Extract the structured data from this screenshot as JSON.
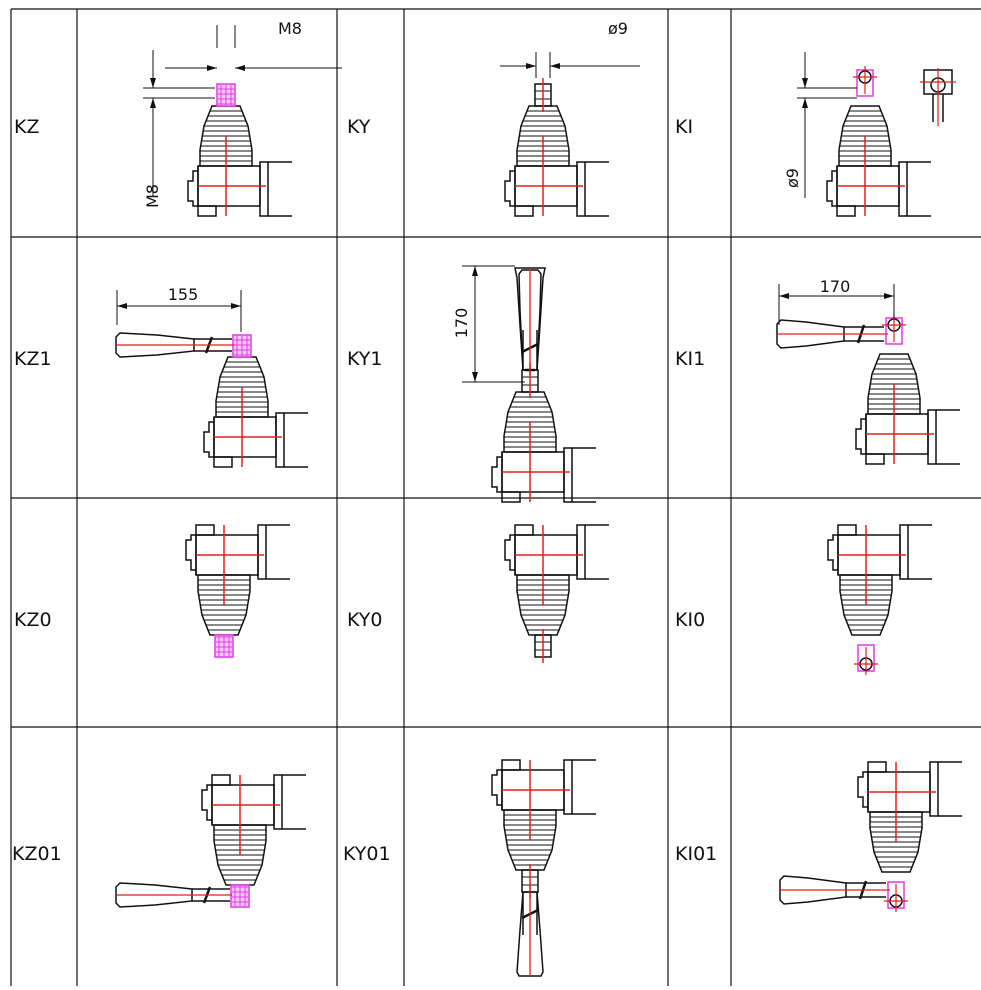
{
  "colors": {
    "line": "#111111",
    "centerline": "#e0201b",
    "accent": "#e23ae6",
    "background": "#ffffff"
  },
  "codes": {
    "kz": "KZ",
    "ky": "KY",
    "ki": "KI",
    "kz1": "KZ1",
    "ky1": "KY1",
    "ki1": "KI1",
    "kz0": "KZ0",
    "ky0": "KY0",
    "ki0": "KI0",
    "kz01": "KZ01",
    "ky01": "KY01",
    "ki01": "KI01"
  },
  "dimensions": {
    "kz_width": "M8",
    "kz_height": "M8",
    "ky_width": "ø9",
    "ki_height": "ø9",
    "kz1_length": "155",
    "ky1_length": "170",
    "ki1_length": "170"
  }
}
